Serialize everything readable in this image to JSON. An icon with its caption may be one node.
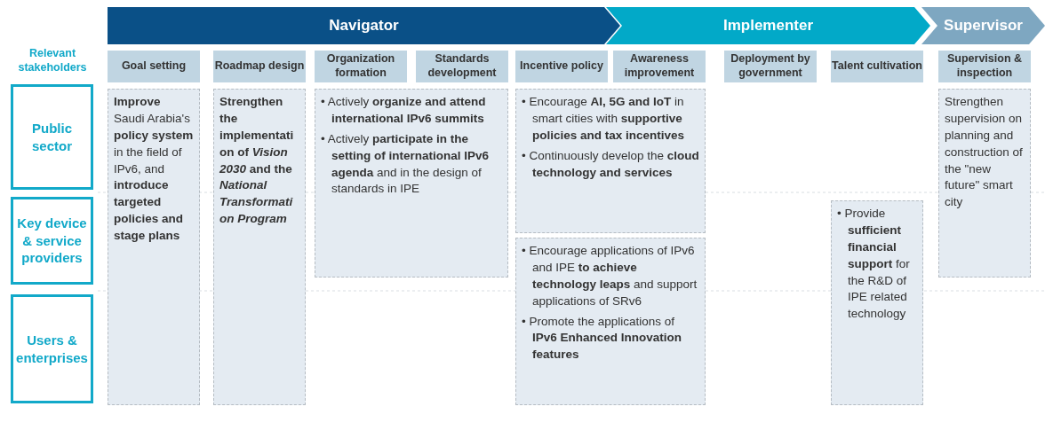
{
  "diagram": {
    "nodes": [
      {
        "text": [
          "Navigator"
        ]
      },
      {
        "text": [
          "Implementer"
        ]
      },
      {
        "text": [
          "Supervisor"
        ]
      },
      {
        "text": [
          "Public sector"
        ]
      },
      {
        "text": [
          "Key device & service providers"
        ]
      },
      {
        "text": [
          "Users & enterprises"
        ]
      },
      {
        "text": [
          "Goal setting"
        ]
      },
      {
        "text": [
          "Roadmap design"
        ]
      },
      {
        "text": [
          "Organization formation"
        ]
      },
      {
        "text": [
          "Standards development"
        ]
      },
      {
        "text": [
          "Incentive policy"
        ]
      },
      {
        "text": [
          "Awareness improvement"
        ]
      },
      {
        "text": [
          "Deployment by government"
        ]
      },
      {
        "text": [
          "Talent cultivation"
        ]
      },
      {
        "text": [
          "Supervision & inspection"
        ]
      },
      {
        "text": [
          "**Improve** Saudi Arabia's **policy system** in the field of IPv6, and **introduce targeted policies and stage plans**"
        ]
      },
      {
        "text": [
          "Strengthen the implementation of *Vision 2030* and the *National Transformation Program*"
        ]
      },
      {
        "text": [
          "• Actively **organize and attend international IPv6 summits**",
          "• Actively **participate in the setting of international IPv6 agenda** and in the design of standards in IPE"
        ]
      },
      {
        "text": [
          "• Encourage **AI, 5G and IoT** in smart cities with **supportive policies and tax incentives**",
          "• Continuously develop the **cloud technology and services**"
        ]
      },
      {
        "text": [
          "• Encourage applications of IPv6 and IPE **to achieve technology leaps** and support applications of SRv6",
          "• Promote the applications of **IPv6 Enhanced Innovation features**"
        ]
      },
      {
        "text": [
          "• Provide **sufficient financial support** for the R&D of IPE related technology"
        ]
      },
      {
        "text": [
          "Strengthen supervision on planning and construction of the \"new future\" smart city"
        ]
      }
    ],
    "labels": [
      "Relevant stakeholders"
    ]
  }
}
